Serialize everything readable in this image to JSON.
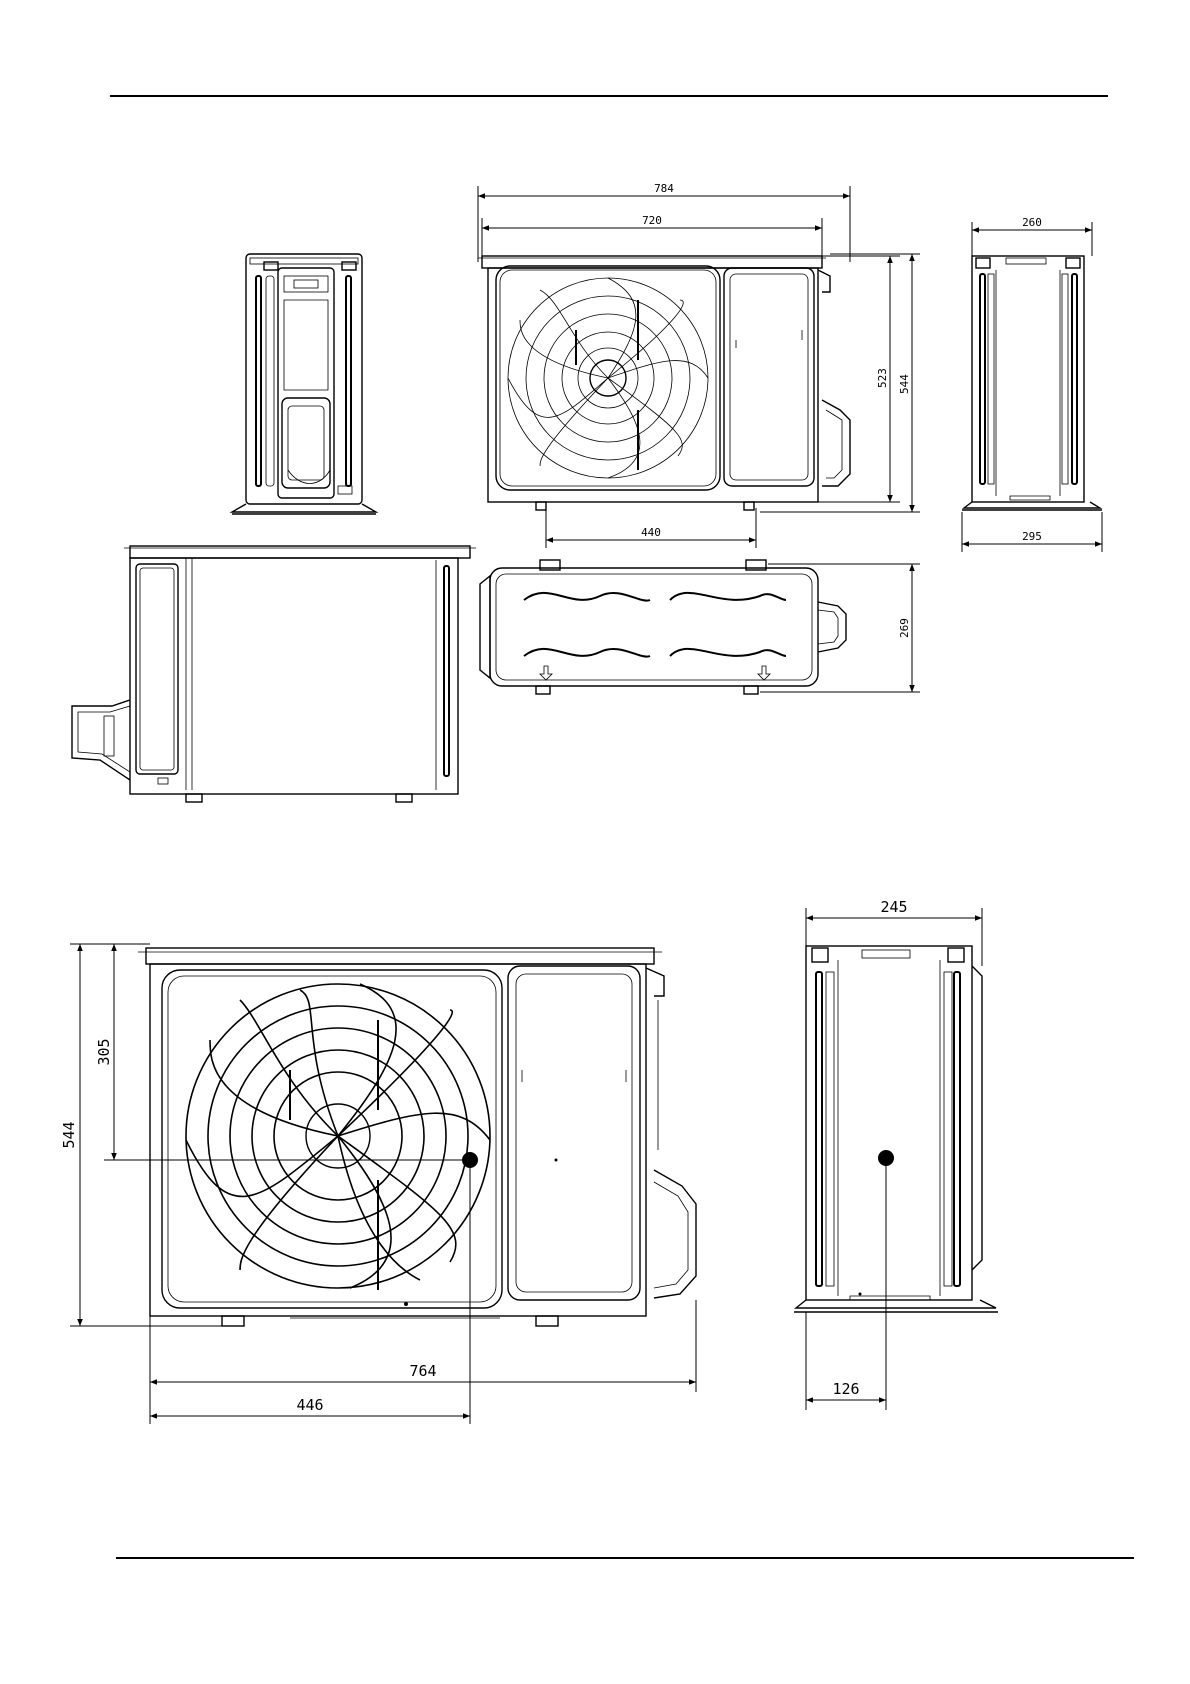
{
  "dimensions": {
    "top_front": {
      "overall_width": "784",
      "body_width": "720",
      "feet_span": "440",
      "body_height": "523",
      "overall_height": "544"
    },
    "top_side": {
      "depth": "260",
      "foot_depth": "295"
    },
    "top_plan": {
      "depth": "269"
    },
    "bottom_front": {
      "overall_height": "544",
      "cog_height": "305",
      "overall_width": "764",
      "cog_width": "446"
    },
    "bottom_side": {
      "depth": "245",
      "cog_depth": "126"
    }
  },
  "colors": {
    "line": "#000000",
    "background": "#ffffff"
  }
}
